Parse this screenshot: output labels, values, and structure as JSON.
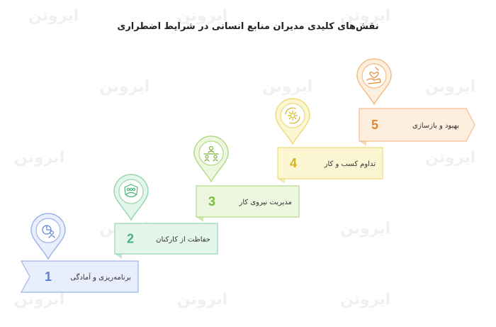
{
  "title": "نقش‌های کلیدی مدیران منابع انسانی در شرایط اضطراری",
  "watermark": "ایرونن",
  "steps": [
    {
      "number": "1",
      "label": "برنامه‌ریزی و آمادگی",
      "icon": "chart-user-icon",
      "color": "#5b7fd6",
      "fill": "#e8eefb",
      "stroke": "#9fb4ea"
    },
    {
      "number": "2",
      "label": "حفاظت از کارکنان",
      "icon": "shield-people-icon",
      "color": "#48b57d",
      "fill": "#e4f5ec",
      "stroke": "#97d6b3"
    },
    {
      "number": "3",
      "label": "مدیریت نیروی کار",
      "icon": "team-icon",
      "color": "#7cb83c",
      "fill": "#edf7e0",
      "stroke": "#b4da87"
    },
    {
      "number": "4",
      "label": "تداوم کسب و کار",
      "icon": "gear-cycle-icon",
      "color": "#d6b41f",
      "fill": "#fdf6d2",
      "stroke": "#eddb7a"
    },
    {
      "number": "5",
      "label": "بهبود و بازسازی",
      "icon": "hand-heart-icon",
      "color": "#e0882f",
      "fill": "#fdeede",
      "stroke": "#f0bd88"
    }
  ]
}
